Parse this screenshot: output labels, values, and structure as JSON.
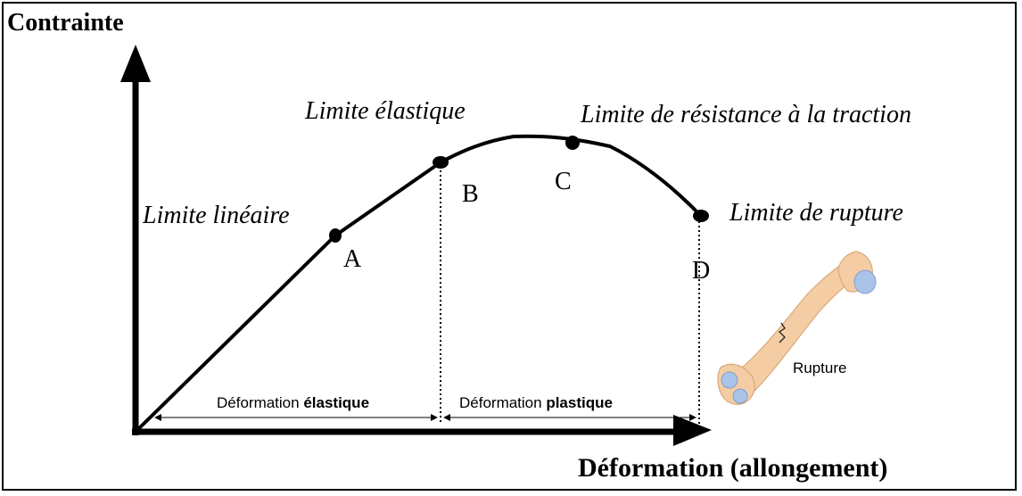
{
  "axes": {
    "y_label": "Contrainte",
    "x_label": "Déformation (allongement)"
  },
  "limits": {
    "linear": "Limite linéaire",
    "elastic": "Limite élastique",
    "tensile": "Limite de résistance à la traction",
    "rupture": "Limite de rupture"
  },
  "points": {
    "a": "A",
    "b": "B",
    "c": "C",
    "d": "D"
  },
  "zones": {
    "elastic_prefix": "Déformation ",
    "elastic_bold": "élastique",
    "plastic_prefix": "Déformation ",
    "plastic_bold": "plastique"
  },
  "bone": {
    "label": "Rupture",
    "color": "#f5cda5",
    "cap_color": "#a9c4e8"
  }
}
